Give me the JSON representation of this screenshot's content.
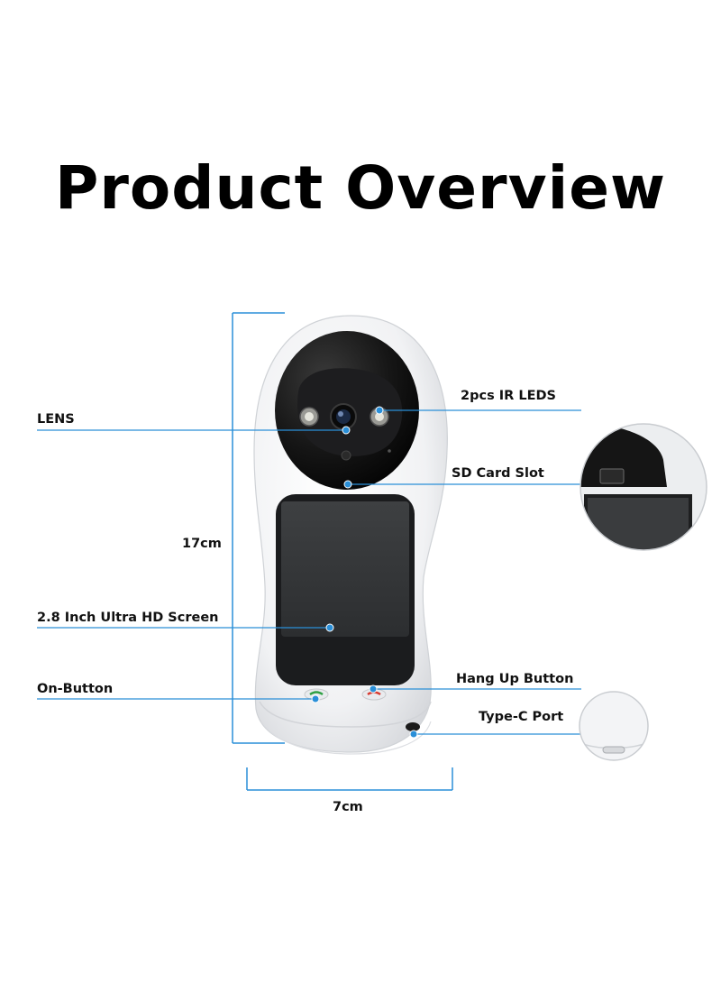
{
  "title": "Product Overview",
  "dimensions": {
    "height": "17cm",
    "width": "7cm"
  },
  "callouts": {
    "lens": "LENS",
    "ir_leds": "2pcs IR LEDS",
    "sd_card_slot": "SD Card Slot",
    "screen": "2.8 Inch Ultra HD Screen",
    "on_button": "On-Button",
    "hang_up_button": "Hang Up Button",
    "type_c_port": "Type-C Port"
  },
  "colors": {
    "callout_line": "#2a8fd8",
    "dot": "#2a8fd8",
    "device_body": "#f4f5f7",
    "screen": "#3a3c3e",
    "lens_dome": "#141414"
  }
}
